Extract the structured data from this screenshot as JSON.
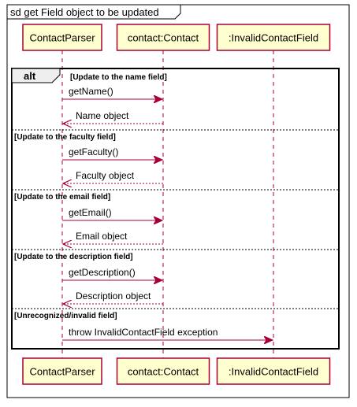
{
  "diagram": {
    "title": "sd get Field object to be updated",
    "colors": {
      "arrow": "#A80036",
      "participant_fill": "#FEFECE",
      "participant_border": "#A80036",
      "frame_border": "#000000",
      "alt_tab_fill": "#EEEEEE"
    },
    "participants": [
      {
        "id": "parser",
        "label": "ContactParser"
      },
      {
        "id": "contact",
        "label": "contact:Contact"
      },
      {
        "id": "invalid",
        "label": ":InvalidContactField"
      }
    ],
    "alt": {
      "label": "alt",
      "sections": [
        {
          "guard": "[Update to the name field]",
          "messages": [
            {
              "from": "parser",
              "to": "contact",
              "label": "getName()",
              "kind": "call"
            },
            {
              "from": "contact",
              "to": "parser",
              "label": "Name object",
              "kind": "return"
            }
          ]
        },
        {
          "guard": "[Update to the faculty field]",
          "messages": [
            {
              "from": "parser",
              "to": "contact",
              "label": "getFaculty()",
              "kind": "call"
            },
            {
              "from": "contact",
              "to": "parser",
              "label": "Faculty object",
              "kind": "return"
            }
          ]
        },
        {
          "guard": "[Update to the email field]",
          "messages": [
            {
              "from": "parser",
              "to": "contact",
              "label": "getEmail()",
              "kind": "call"
            },
            {
              "from": "contact",
              "to": "parser",
              "label": "Email object",
              "kind": "return"
            }
          ]
        },
        {
          "guard": "[Update to the description field]",
          "messages": [
            {
              "from": "parser",
              "to": "contact",
              "label": "getDescription()",
              "kind": "call"
            },
            {
              "from": "contact",
              "to": "parser",
              "label": "Description object",
              "kind": "return"
            }
          ]
        },
        {
          "guard": "[Unrecognized/invalid field]",
          "messages": [
            {
              "from": "parser",
              "to": "invalid",
              "label": "throw InvalidContactField exception",
              "kind": "call"
            }
          ]
        }
      ]
    }
  }
}
